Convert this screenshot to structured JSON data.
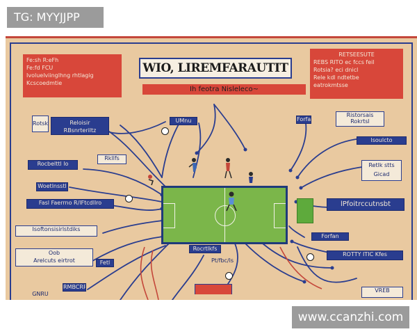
{
  "watermarks": {
    "top_left": "TG: MYYJJPP",
    "bottom_right": "www.ccanzhi.com"
  },
  "title": "WIO, LIREMFARAUTIT",
  "subtitle": "Ih feotra Nisleleco~",
  "red_box_left": [
    "Fe:sh  R:eFh",
    "Fe:fd  FCU",
    "Ivoluelviinglhng rhtlagig",
    "Kcscoedmtie"
  ],
  "red_box_right": [
    "RETSEESUTE",
    "REBS RITO   ec fccs feil",
    "Rotsia?   eci dnicl",
    "Rele kdl   ndtetbe",
    "eatrokmtsse"
  ],
  "labels": {
    "l1": "Reloisir",
    "l2": "RBsnrteriltz",
    "l3": "Rkllfs",
    "l4": "Rotskkr",
    "l5": "Rocbelttl lo",
    "l6": "Woetlnsstl",
    "l7": "Fasl Faerrno R/lFtcdllro",
    "l8": "Isoftonsisirlstdiks",
    "l9": "Oob",
    "l10": "Arelcuts eirtrot",
    "l11": "Fetl",
    "l12": "RMBCRR",
    "l13": "GNRU",
    "c1": "UMnu",
    "c2": "Rocrtlkfs",
    "c3": "Pt/fbc/ls",
    "r1": "Ristorsais",
    "r2": "Rokrtsl",
    "r3": "lsoulcto",
    "r4": "Retlk stts",
    "r5": "Gicad",
    "r6": "lPfoitrccutnsbt",
    "r7": "Forfan",
    "r8": "ROTTY ITIC Kfes",
    "r9": "VREB"
  }
}
